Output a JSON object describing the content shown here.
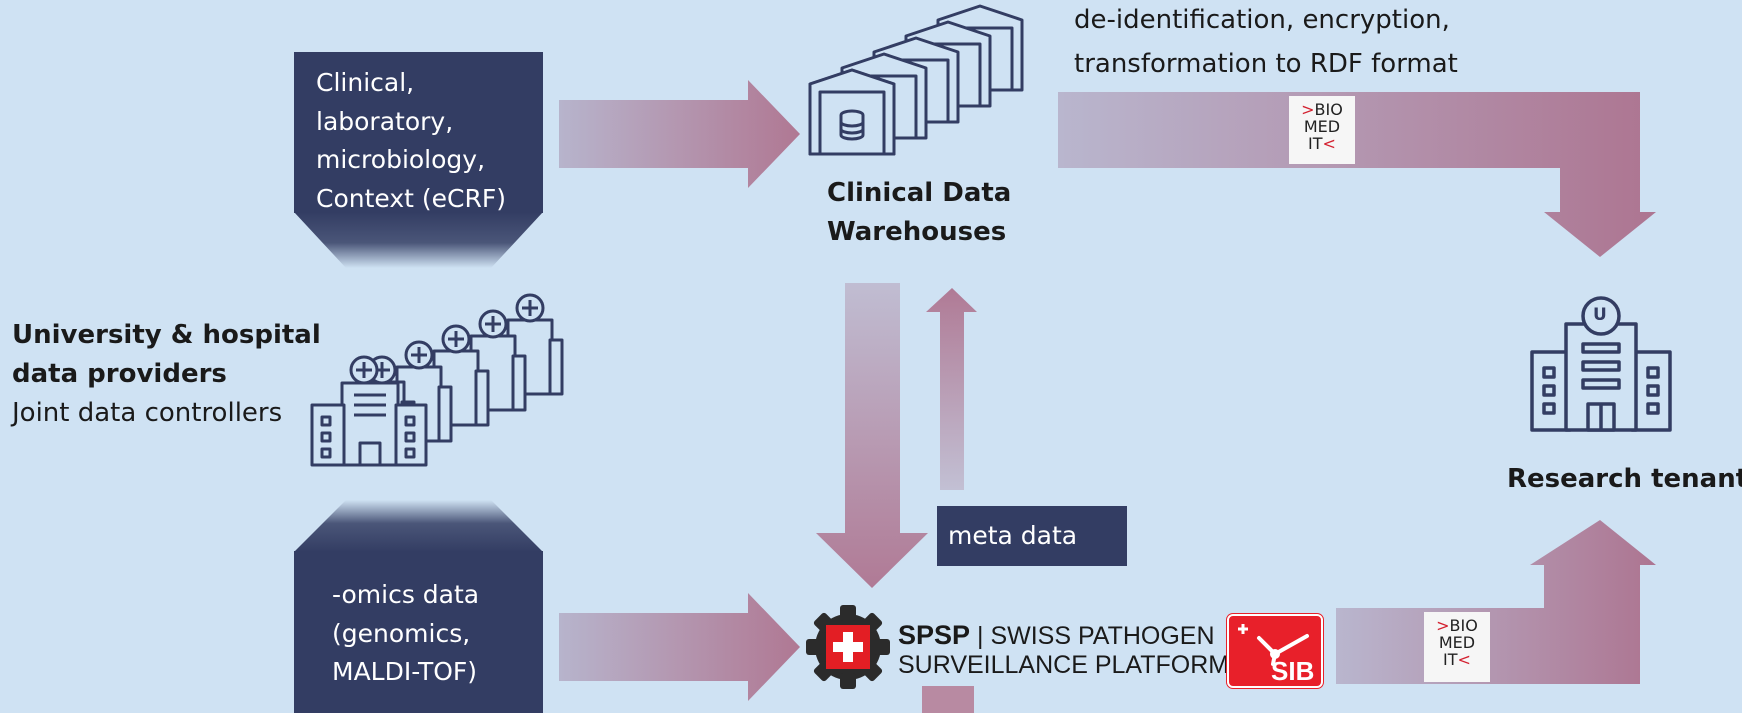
{
  "boxes": {
    "clinical": "Clinical,\nlaboratory,\nmicrobiology,\nContext (eCRF)",
    "omics": "-omics data\n(genomics,\nMALDI-TOF)",
    "meta": "meta data"
  },
  "labels": {
    "providers_title_1": "University & hospital",
    "providers_title_2": "data providers",
    "providers_sub": "Joint data controllers",
    "warehouse_1": "Clinical Data",
    "warehouse_2": "Warehouses",
    "process_1": "de-identification, encryption,",
    "process_2": "transformation to RDF format",
    "research": "Research tenant",
    "spsp_short": "SPSP",
    "spsp_line1": "| SWISS PATHOGEN",
    "spsp_line2": "SURVEILLANCE PLATFORM",
    "sib": "SIB",
    "hospital_sign": "U"
  },
  "biomed_logo": {
    "line1a": ">",
    "line1b": "BIO",
    "line2": "MED",
    "line3a": "IT",
    "line3b": "<"
  },
  "colors": {
    "background": "#cfe2f3",
    "dark_box": "#333d63",
    "arrow_start": "#b4b1c9",
    "arrow_end": "#b07b95",
    "icon_stroke": "#333d63",
    "sib_red": "#e8202a",
    "biomed_red": "#d3202f"
  },
  "icons": [
    "building-stack-icon",
    "hospital-stack-icon",
    "university-hospital-icon",
    "spsp-cross-gear-icon"
  ]
}
